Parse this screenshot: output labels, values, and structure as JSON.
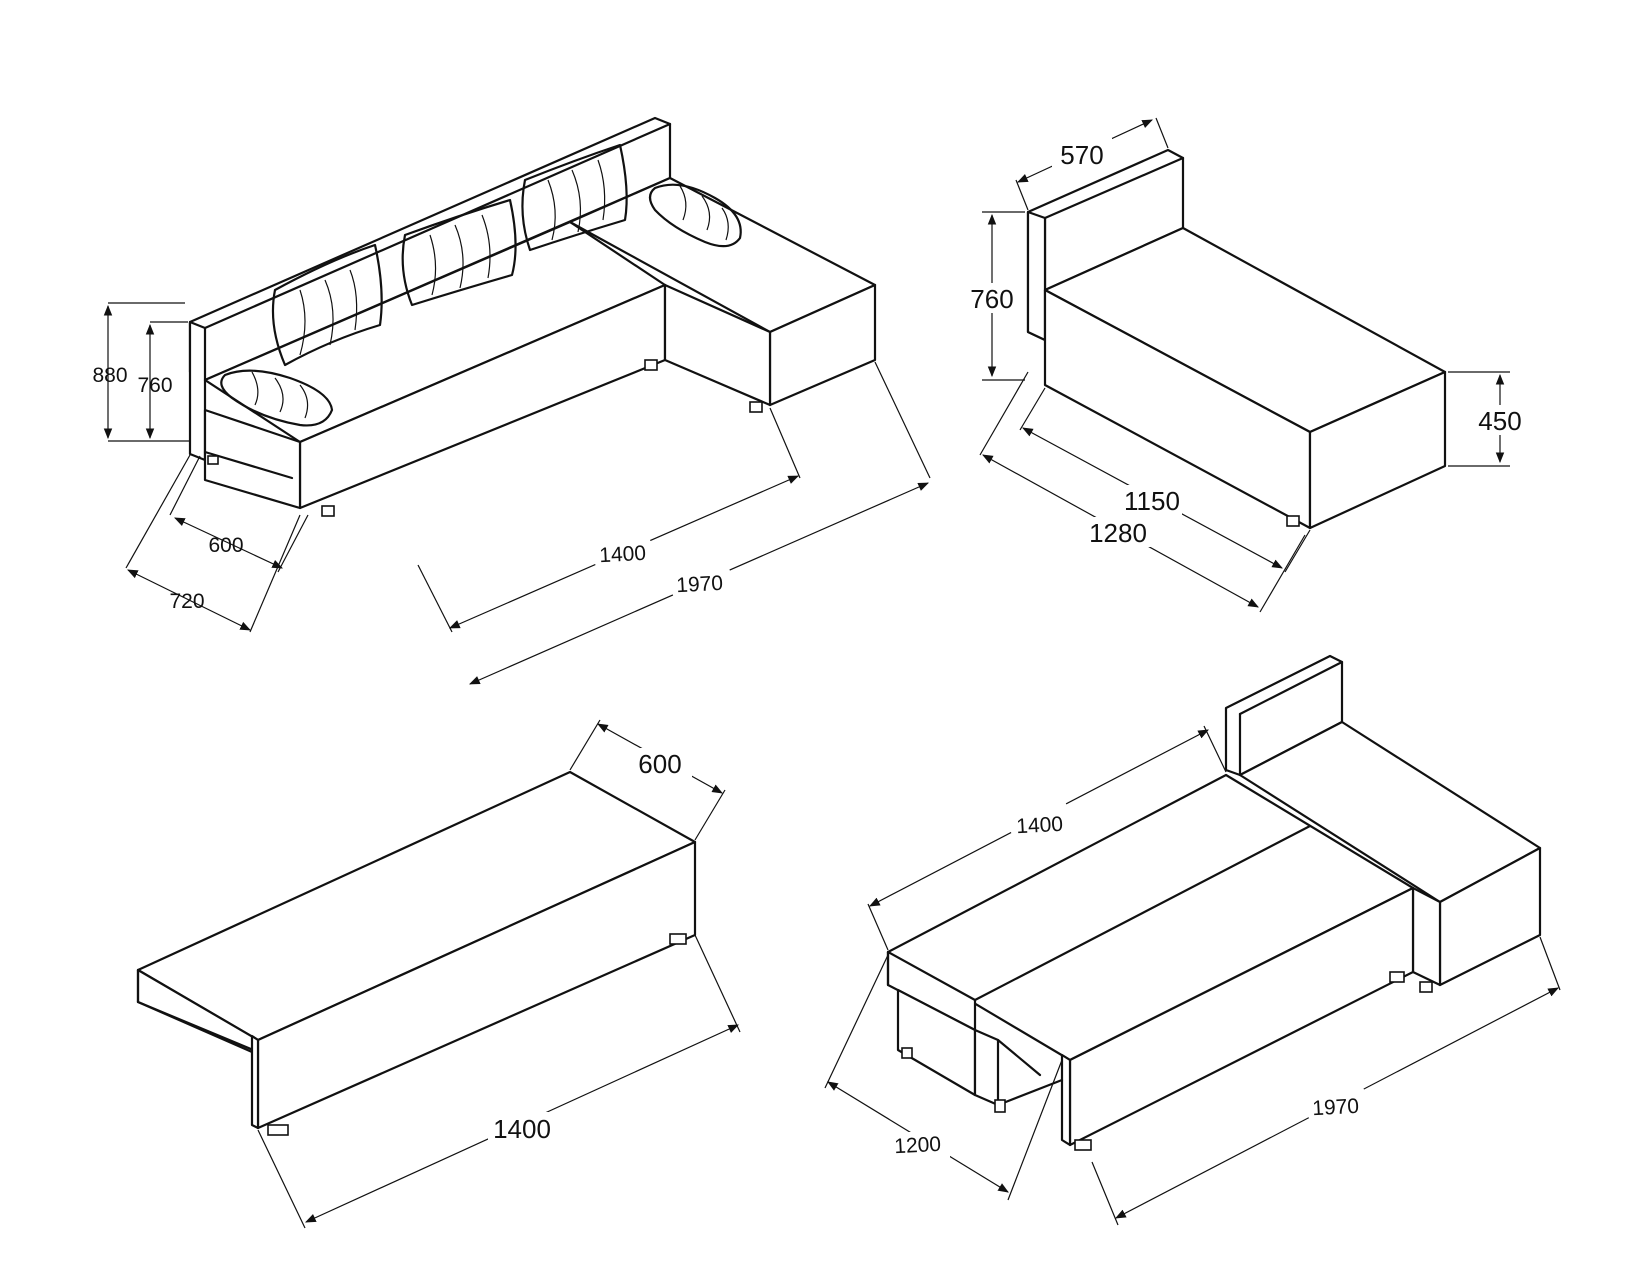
{
  "views": {
    "corner_sofa": {
      "height_total": "880",
      "seat_back_height": "760",
      "seat_depth": "600",
      "total_depth": "720",
      "main_length": "1400",
      "total_length": "1970"
    },
    "chaise_module": {
      "back_width": "570",
      "back_height": "760",
      "seat_height": "450",
      "seat_length": "1150",
      "total_length": "1280"
    },
    "sofa_bed_module": {
      "depth": "600",
      "length": "1400"
    },
    "bed_mode": {
      "length": "1400",
      "width": "1200",
      "total_length": "1970"
    }
  },
  "colors": {
    "line": "#111111",
    "background": "#ffffff"
  }
}
